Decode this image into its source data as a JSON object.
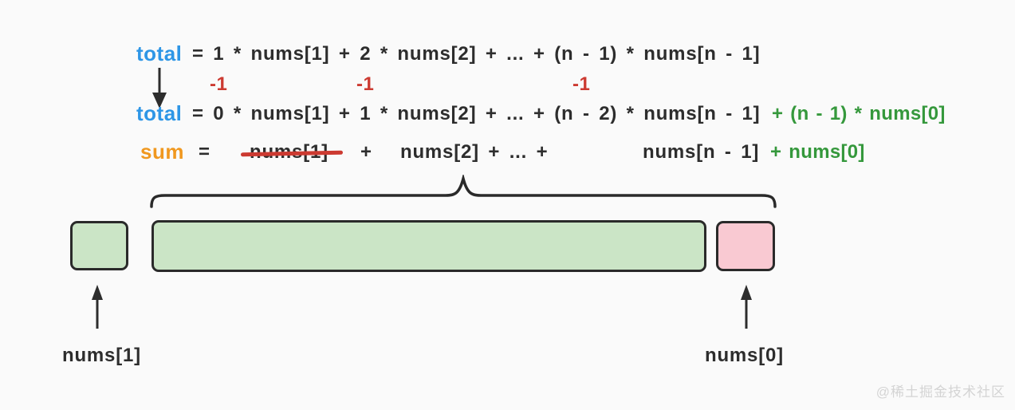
{
  "equations": {
    "line1": {
      "lhs": "total",
      "rhs": "= 1 * nums[1] + 2 * nums[2] + ... + (n - 1) * nums[n - 1]"
    },
    "decrement_labels": [
      "-1",
      "-1",
      "-1"
    ],
    "line2": {
      "lhs": "total",
      "rhs": "= 0 * nums[1] + 1 * nums[2] + ... + (n - 2) * nums[n - 1]",
      "added_term": "+ (n - 1) * nums[0]"
    },
    "line3": {
      "lhs": "sum",
      "equals": "=",
      "removed_term": "nums[1]",
      "plus": "+",
      "middle_terms": "nums[2] + ... +",
      "last_term": "nums[n - 1]",
      "added_term": "+ nums[0]"
    }
  },
  "array_diagram": {
    "left_label": "nums[1]",
    "right_label": "nums[0]"
  },
  "watermark": "@稀土掘金技术社区",
  "colors": {
    "background": "#fafafa",
    "text": "#2d2d2d",
    "accent_blue": "#2e96e6",
    "accent_orange": "#f0981f",
    "accent_red": "#cc3a31",
    "accent_green": "#35983c",
    "green_fill": "#cbe5c6",
    "pink_fill": "#f9c9d2",
    "outline": "#2a2a2a",
    "watermark_gray": "#d4d4d4"
  }
}
